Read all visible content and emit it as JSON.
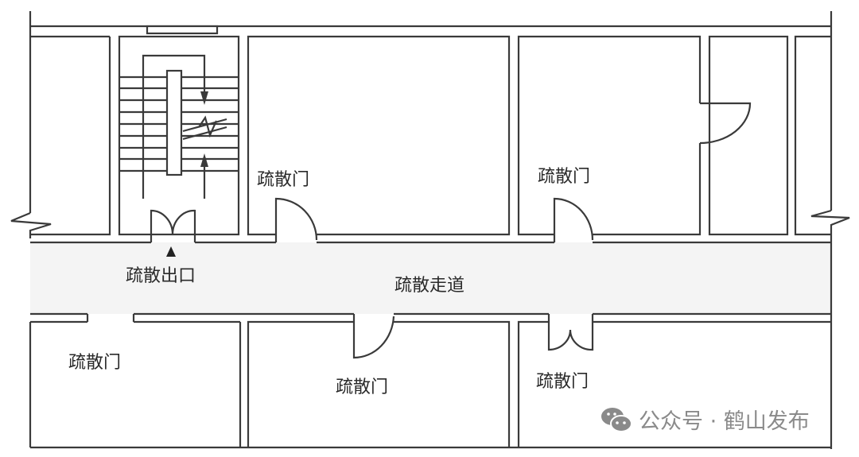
{
  "labels": {
    "door_top_left": "疏散门",
    "door_top_right": "疏散门",
    "exit": "疏散出口",
    "corridor": "疏散走道",
    "door_bottom_left": "疏散门",
    "door_bottom_mid": "疏散门",
    "door_bottom_right": "疏散门"
  },
  "watermark": {
    "icon": "wechat-icon",
    "text": "公众号 · 鹤山发布"
  },
  "colors": {
    "wall": "#3a3a3a",
    "corridor": "#f4f4f4",
    "watermark": "#8a8a8a"
  }
}
